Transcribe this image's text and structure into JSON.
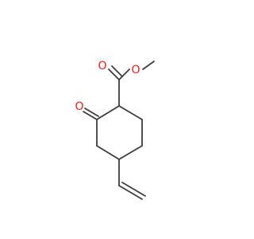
{
  "structure": {
    "atoms": [
      {
        "id": "O1",
        "element": "O",
        "label": "O"
      },
      {
        "id": "O2",
        "element": "O",
        "label": "O"
      },
      {
        "id": "O3",
        "element": "O",
        "label": "O"
      }
    ],
    "colors": {
      "carbon_bond": "#3d3d3d",
      "oxygen": "#e8211b",
      "background": "#ffffff"
    }
  }
}
